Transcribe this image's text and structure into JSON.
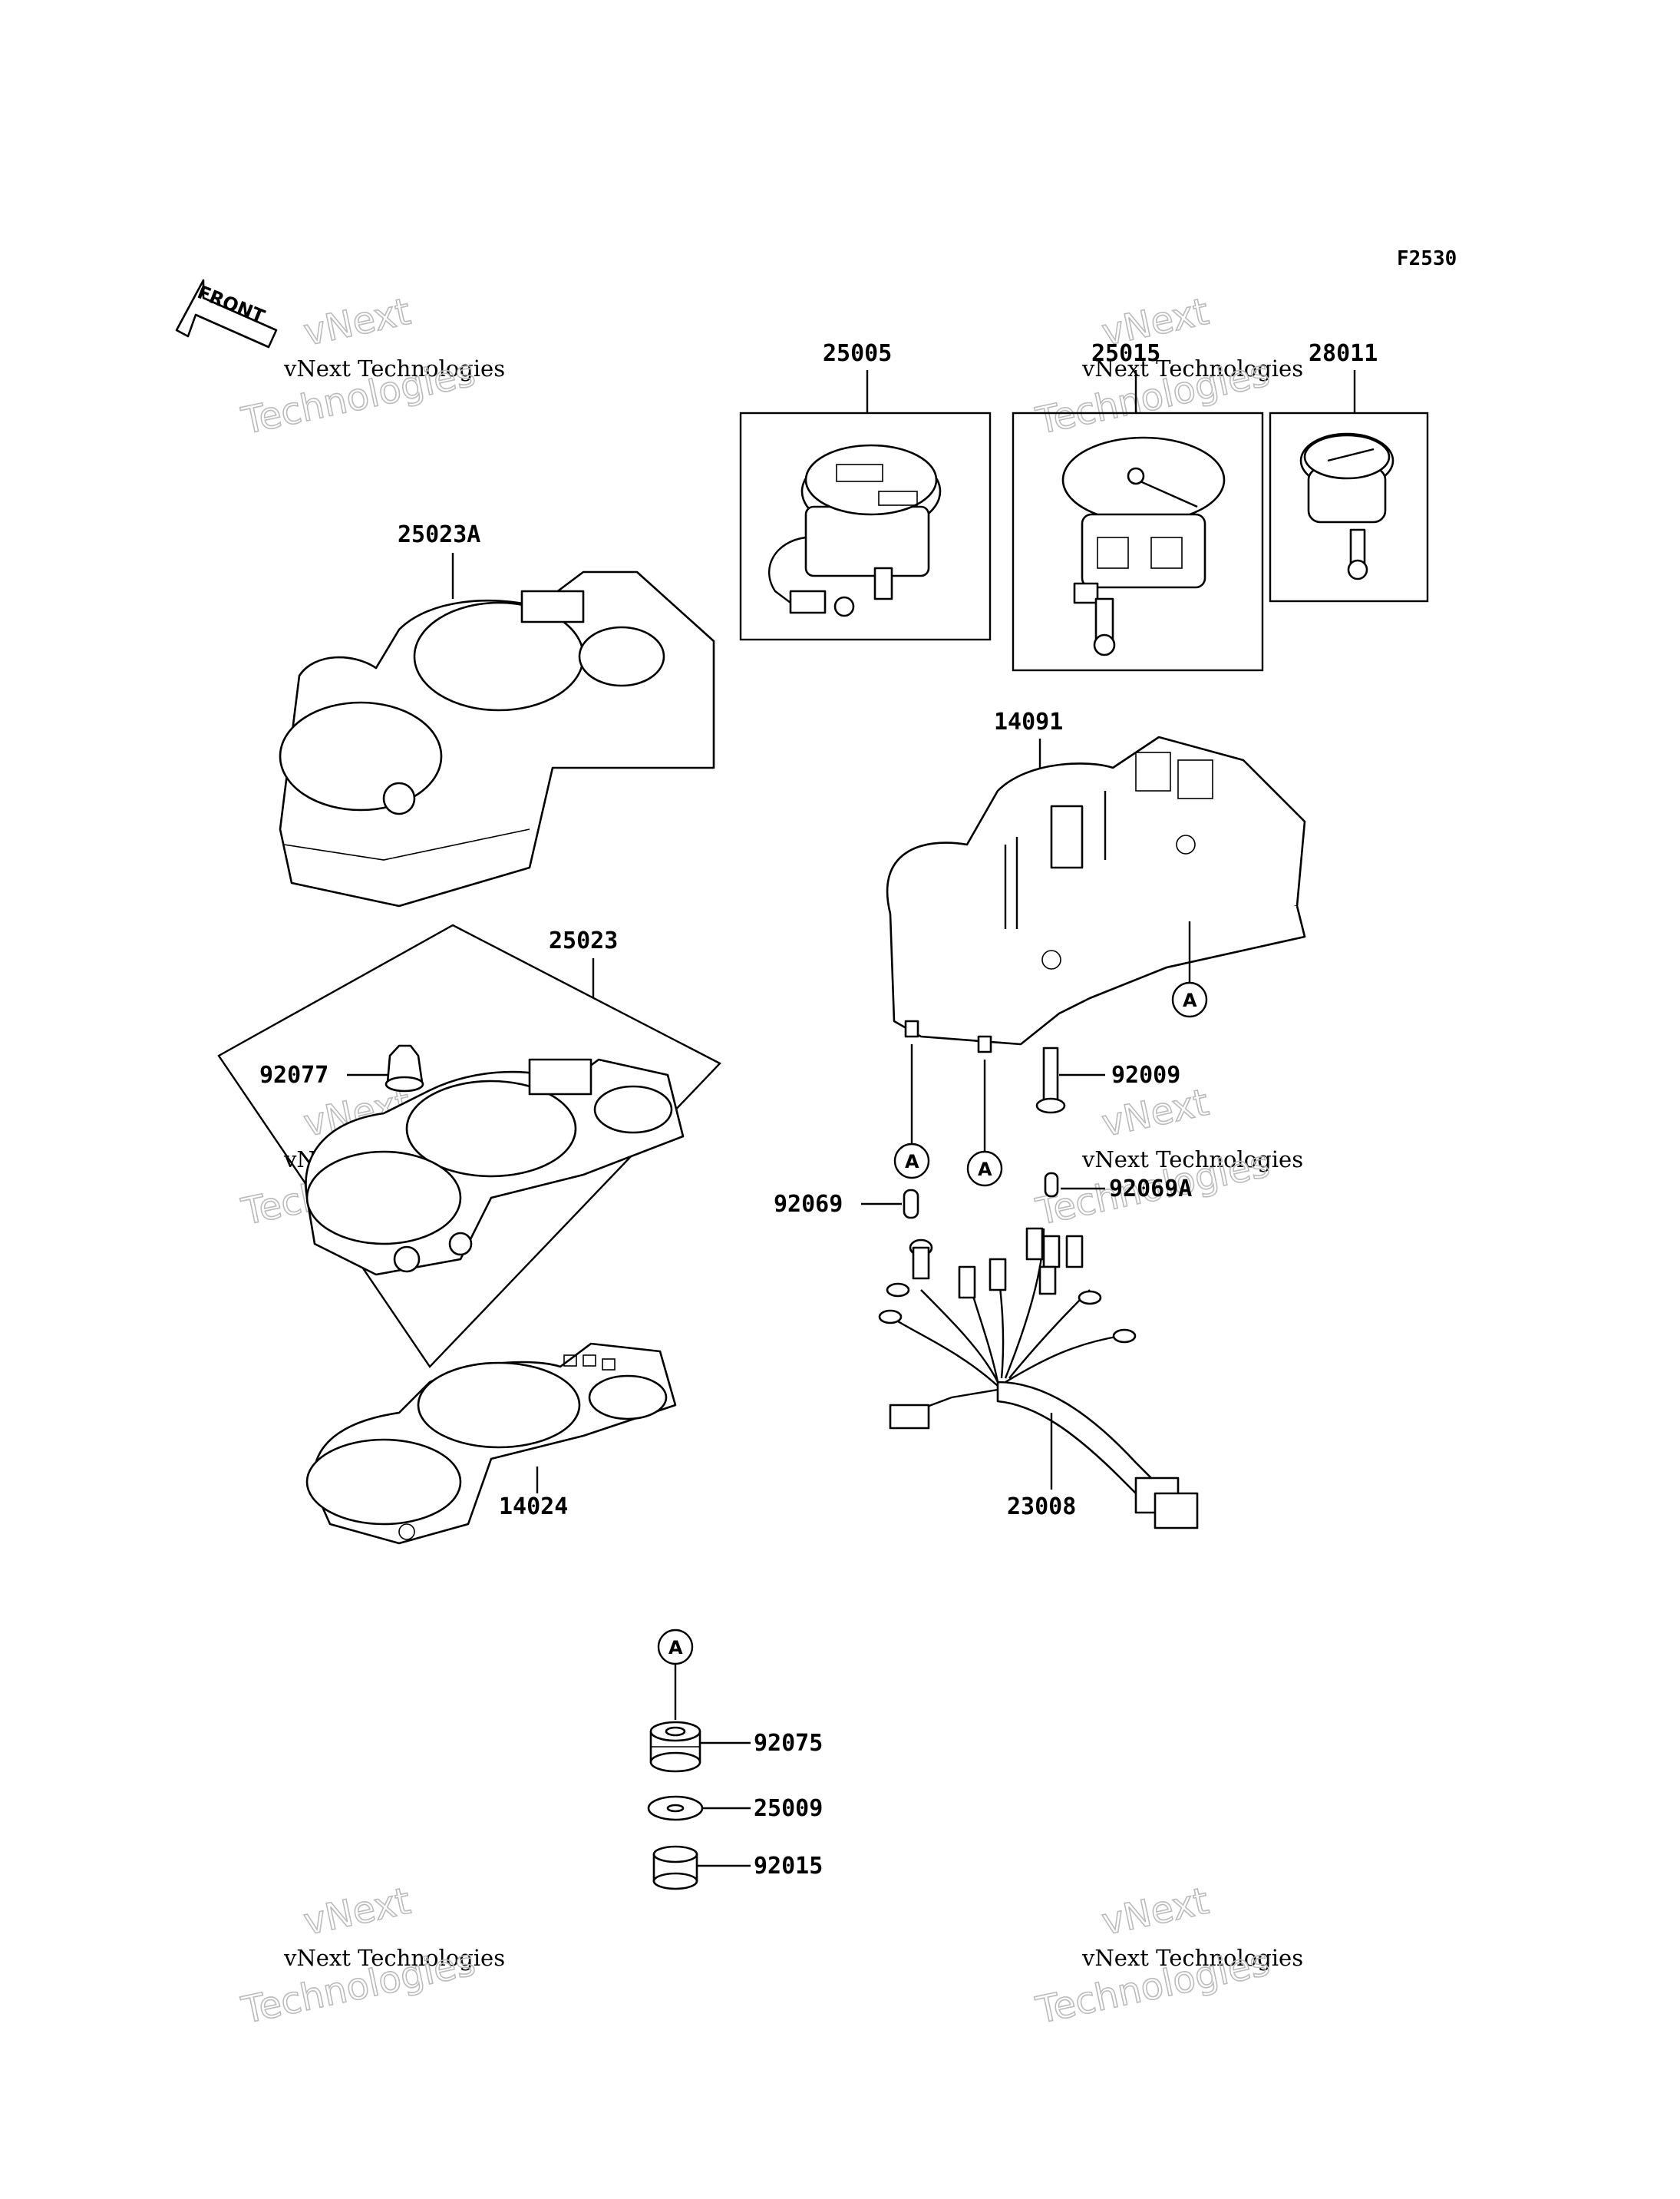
{
  "figure_id": "F2530",
  "front_label": "FRONT",
  "watermark_line1": "vNext Technologies",
  "watermark_line2": "vNext",
  "watermark_line3": "Technologies",
  "ref_mark": "A",
  "parts": {
    "p25005": "25005",
    "p25015": "25015",
    "p28011": "28011",
    "p25023A": "25023A",
    "p14091": "14091",
    "p25023": "25023",
    "p92077": "92077",
    "p92009": "92009",
    "p92069": "92069",
    "p92069A": "92069A",
    "p14024": "14024",
    "p23008": "23008",
    "p92075": "92075",
    "p25009": "25009",
    "p92015": "92015"
  }
}
